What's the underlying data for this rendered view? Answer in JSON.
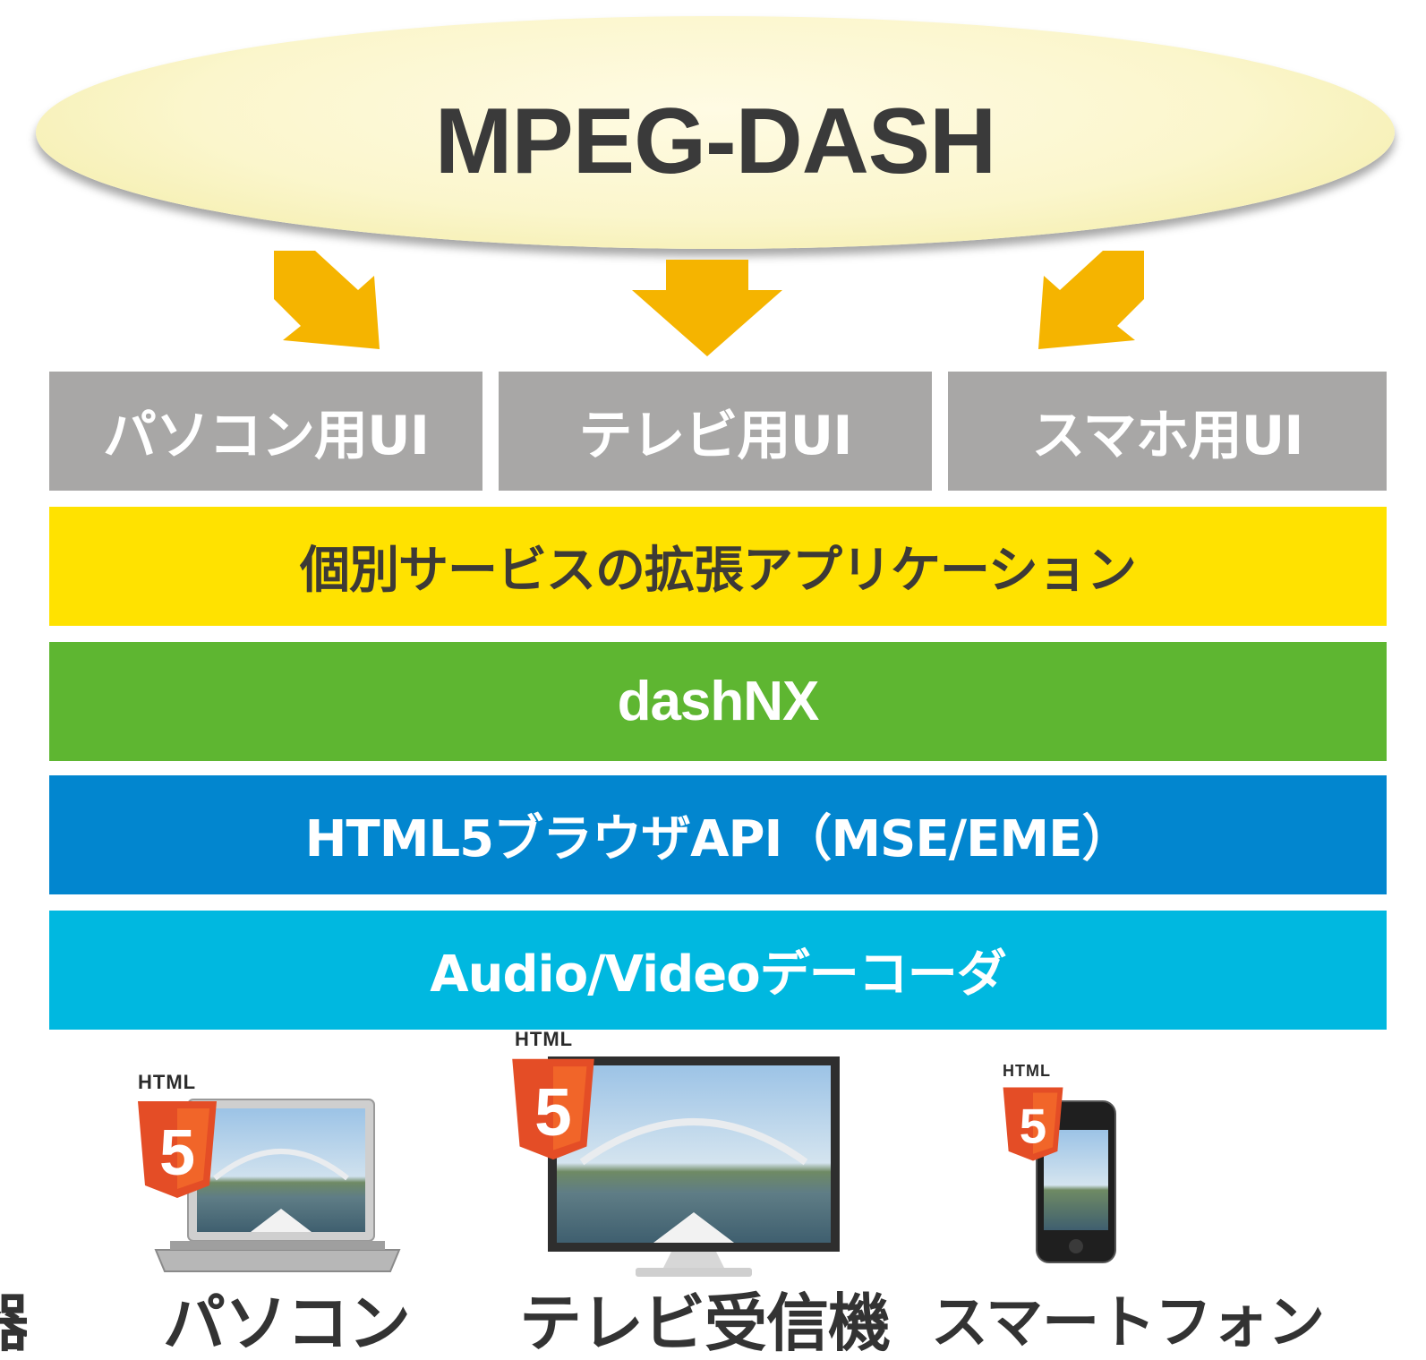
{
  "title": "MPEG-DASH",
  "ui_layers": [
    "パソコン用UI",
    "テレビ用UI",
    "スマホ用UI"
  ],
  "stack": [
    {
      "label": "個別サービスの拡張アプリケーション",
      "color": "#ffe200"
    },
    {
      "label": "dashNX",
      "color": "#5eb631"
    },
    {
      "label": "HTML5ブラウザAPI（MSE/EME）",
      "color": "#0286cf"
    },
    {
      "label": "Audio/Videoデーコーダ",
      "color": "#00b8e0"
    }
  ],
  "html5_badge": {
    "text": "HTML",
    "number": "5",
    "color": "#e44d26"
  },
  "devices": [
    {
      "icon": "laptop-icon",
      "label": "パソコン"
    },
    {
      "icon": "tv-icon",
      "label": "テレビ受信機"
    },
    {
      "icon": "smartphone-icon",
      "label": "スマートフォン"
    }
  ],
  "partial_label": "器",
  "colors": {
    "arrow": "#f5b400",
    "ui_bar": "#a8a7a6",
    "ellipse": "#fbf6cc"
  }
}
